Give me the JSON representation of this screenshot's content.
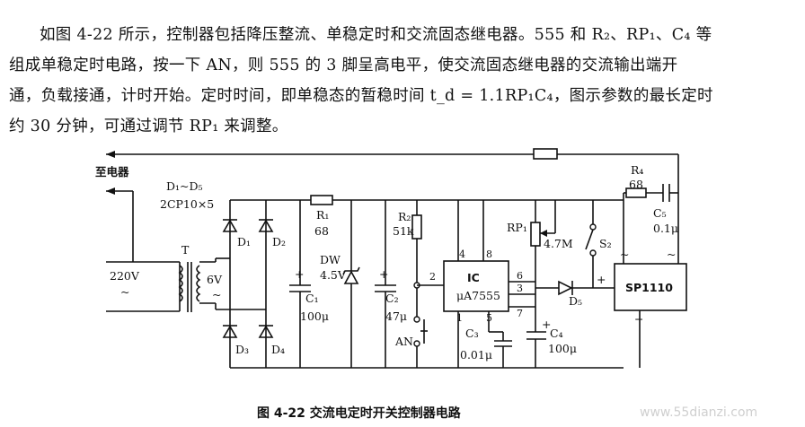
{
  "paragraph": {
    "line1": "如图 4-22 所示，控制器包括降压整流、单稳定时和交流固态继电器。555 和 R₂、RP₁、C₄ 等",
    "line2": "组成单稳定时电路，按一下 AN，则 555 的 3 脚呈高电平，使交流固态继电器的交流输出端开",
    "line3": "通，负载接通，计时开始。定时时间，即单稳态的暂稳时间 t_d = 1.1RP₁C₄，图示参数的最长定时",
    "line4": "约 30 分钟，可通过调节 RP₁ 来调整。"
  },
  "circuit": {
    "to_appliance": "至电器",
    "diode_bridge": "D₁~D₅",
    "diode_part": "2CP10×5",
    "d1": "D₁",
    "d2": "D₂",
    "d3": "D₃",
    "d4": "D₄",
    "d5": "D₅",
    "transformer": "T",
    "input_voltage": "220V",
    "ac_tilde": "~",
    "secondary_voltage": "6V",
    "r1": "R₁",
    "r1_value": "68",
    "zener": "DW",
    "zener_value": "4.5V",
    "c1": "C₁",
    "c1_value": "100μ",
    "c2": "C₂",
    "c2_value": "47μ",
    "r2": "R₂",
    "r2_value": "51k",
    "ic_label": "IC",
    "ic_part": "μA7555",
    "pin4": "4",
    "pin8": "8",
    "pin2": "2",
    "pin6": "6",
    "pin3": "3",
    "pin7": "7",
    "pin1": "1",
    "pin5": "5",
    "c3": "C₃",
    "c3_value": "0.01μ",
    "c4": "C₄",
    "c4_value": "100μ",
    "rp1": "RP₁",
    "rp1_value": "4.7M",
    "switch_an": "AN",
    "s2": "S₂",
    "r4": "R₄",
    "r4_value": "68",
    "c5": "C₅",
    "c5_value": "0.1μ",
    "ssr": "SP1110",
    "plus": "+",
    "minus": "−"
  },
  "caption": "图 4-22    交流电定时开关控制器电路",
  "watermark": "www.55dianzi.com"
}
